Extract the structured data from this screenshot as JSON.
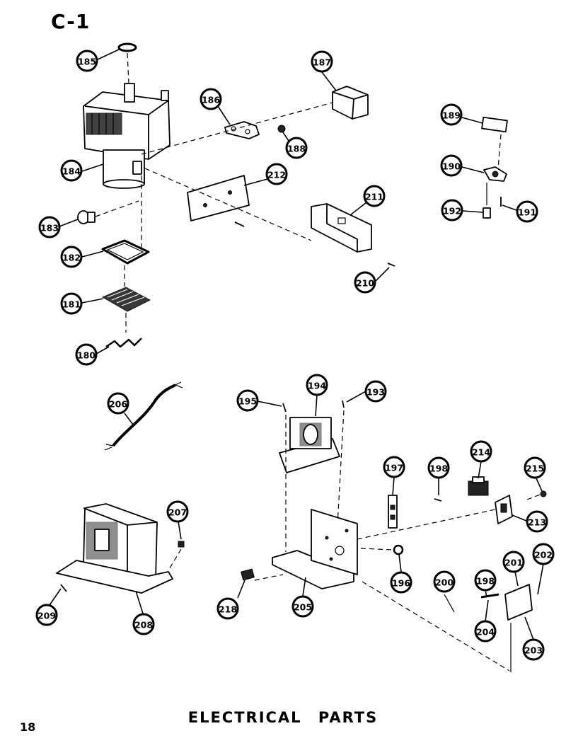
{
  "page": {
    "title": "C-1",
    "caption": "ELECTRICAL PARTS",
    "page_number": "18"
  },
  "callouts": {
    "c185": "185",
    "c187": "187",
    "c186": "186",
    "c188": "188",
    "c189": "189",
    "c190": "190",
    "c192": "192",
    "c191": "191",
    "c184": "184",
    "c212": "212",
    "c211": "211",
    "c183": "183",
    "c182": "182",
    "c181": "181",
    "c180": "180",
    "c210": "210",
    "c206": "206",
    "c195": "195",
    "c194": "194",
    "c193": "193",
    "c197": "197",
    "c198a": "198",
    "c214": "214",
    "c215": "215",
    "c213": "213",
    "c207": "207",
    "c196": "196",
    "c200": "200",
    "c198b": "198",
    "c201": "201",
    "c202": "202",
    "c204": "204",
    "c203": "203",
    "c209": "209",
    "c208": "208",
    "c218": "218",
    "c205": "205"
  }
}
